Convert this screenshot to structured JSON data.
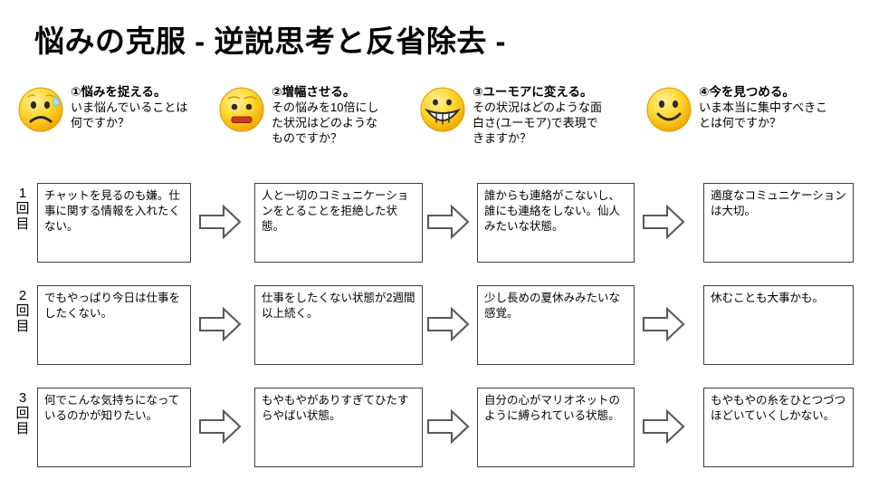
{
  "slide": {
    "title": "悩みの克服 - 逆説思考と反省除去 -"
  },
  "steps": [
    {
      "icon": "sad-sweat-face-icon",
      "title": "①悩みを捉える。",
      "question_line1": "いま悩んでいることは",
      "question_line2": "何ですか？"
    },
    {
      "icon": "shocked-face-icon",
      "title": "②増幅させる。",
      "question_line1": "その悩みを10倍にし",
      "question_line2": "た状況はどのような",
      "question_line3": "ものですか？"
    },
    {
      "icon": "grinning-face-icon",
      "title": "③ユーモアに変える。",
      "question_line1": "その状況はどのような面",
      "question_line2": "白さ(ユーモア)で表現で",
      "question_line3": "きますか？"
    },
    {
      "icon": "smiling-face-icon",
      "title": "④今を見つめる。",
      "question_line1": "いま本当に集中すべきこ",
      "question_line2": "とは何ですか？"
    }
  ],
  "rows": [
    {
      "label_num": "1",
      "label_kai": "回",
      "label_me": "目",
      "cells": [
        "チャットを見るのも嫌。仕事に関する情報を入れたくない。",
        "人と一切のコミュニケーションをとることを拒絶した状態。",
        "誰からも連絡がこないし、誰にも連絡をしない。仙人みたいな状態。",
        "適度なコミュニケーションは大切。"
      ]
    },
    {
      "label_num": "2",
      "label_kai": "回",
      "label_me": "目",
      "cells": [
        "でもやっぱり今日は仕事をしたくない。",
        "仕事をしたくない状態が2週間以上続く。",
        "少し長めの夏休みみたいな感覚。",
        "休むことも大事かも。"
      ]
    },
    {
      "label_num": "3",
      "label_kai": "回",
      "label_me": "目",
      "cells": [
        "何でこんな気持ちになっているのかが知りたい。",
        "もやもやがありすぎてひたすらやばい状態。",
        "自分の心がマリオネットのように縛られている状態。",
        "もやもやの糸をひとつづつほどいていくしかない。"
      ]
    }
  ],
  "arrows": {
    "glyph": "right-arrow-icon",
    "count_per_row": 3
  },
  "colors": {
    "background": "#ffffff",
    "text": "#000000",
    "box_border": "#3f3f3f",
    "arrow_stroke": "#595959",
    "face_yellow": "#ffd630",
    "face_yellow_light": "#ffe97a",
    "face_outline": "#e0a400",
    "sweat_blue": "#8fd0f0"
  }
}
